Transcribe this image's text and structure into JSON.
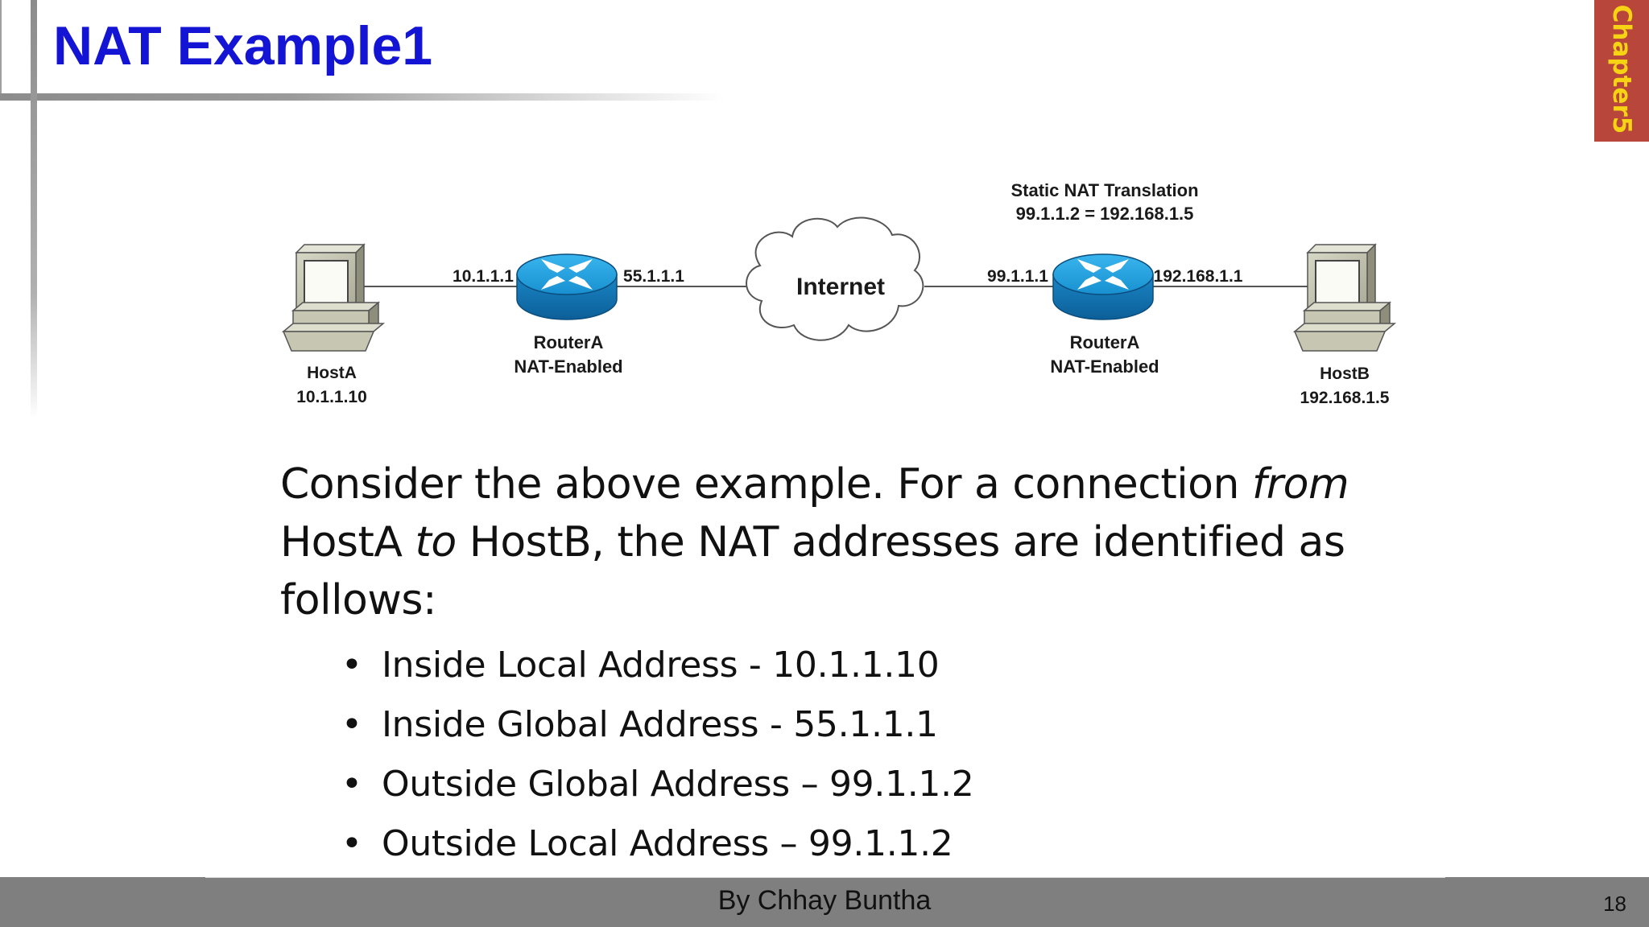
{
  "slide": {
    "title": "NAT Example1",
    "chapter_tab": "Chapter5",
    "paragraph": {
      "part1": "Consider the above example. For a connection ",
      "em1": "from",
      "part2": " HostA ",
      "em2": "to",
      "part3": " HostB, the NAT addresses are identified as follows:"
    },
    "bullets": [
      "Inside Local Address - 10.1.1.10",
      "Inside Global Address - 55.1.1.1",
      "Outside Global Address – 99.1.1.2",
      "Outside Local Address – 99.1.1.2"
    ],
    "footer": {
      "author": "By Chhay Buntha",
      "page": "18"
    }
  },
  "diagram": {
    "static_nat": {
      "line1": "Static NAT Translation",
      "line2": "99.1.1.2 = 192.168.1.5"
    },
    "host_a": {
      "name": "HostA",
      "ip": "10.1.1.10"
    },
    "router_left": {
      "name": "RouterA",
      "role": "NAT-Enabled",
      "inside_ip": "10.1.1.1",
      "outside_ip": "55.1.1.1"
    },
    "cloud": {
      "label": "Internet"
    },
    "router_right": {
      "name": "RouterA",
      "role": "NAT-Enabled",
      "outside_ip": "99.1.1.1",
      "inside_ip": "192.168.1.1"
    },
    "host_b": {
      "name": "HostB",
      "ip": "192.168.1.5"
    }
  },
  "colors": {
    "title": "#1414d4",
    "chapter_tab_bg": "#b9463b",
    "chapter_tab_text": "#f6d313",
    "footer_bg": "#7f7f7f",
    "router_blue": "#1e9fdc"
  }
}
